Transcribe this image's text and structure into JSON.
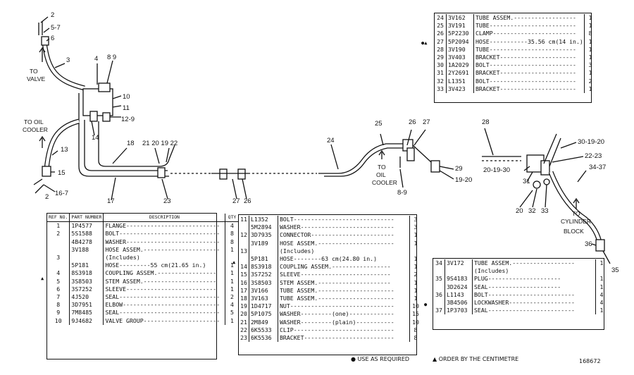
{
  "callouts": {
    "top_left": [
      "2",
      "5-7",
      "6",
      "3",
      "4",
      "8 9",
      "10",
      "11",
      "12-9",
      "14",
      "18",
      "21 20 19 22",
      "13",
      "15",
      "16-7",
      "2",
      "17",
      "23"
    ],
    "middle": [
      "27",
      "26",
      "24",
      "25",
      "26",
      "27",
      "8-9",
      "29",
      "19-20"
    ],
    "right": [
      "28",
      "30-19-20",
      "22-23",
      "20-19-30",
      "31",
      "34-37",
      "20",
      "32",
      "33",
      "36",
      "35"
    ]
  },
  "flow_labels": {
    "to_valve": [
      "TO",
      "VALVE"
    ],
    "to_oil_cooler_left": [
      "TO OIL",
      "COOLER"
    ],
    "to_oil_cooler_mid": [
      "TO",
      "OIL",
      "COOLER"
    ],
    "to_cylinder_block": [
      "TO",
      "CYLINDER",
      "BLOCK"
    ]
  },
  "table_left": {
    "headers": [
      "REF NO.",
      "PART NUMBER",
      "DESCRIPTION",
      "QTY"
    ],
    "rows": [
      {
        "ref": "1",
        "part": "1P4577",
        "desc": "FLANGE---------------------------",
        "qty": "4"
      },
      {
        "ref": "2",
        "part": "5S1588",
        "desc": "BOLT-----------------------------",
        "qty": "8"
      },
      {
        "ref": "",
        "part": "4B4278",
        "desc": "WASHER---------------------------",
        "qty": "8"
      },
      {
        "ref": "",
        "part": "3V188",
        "desc": "HOSE ASSEM.----------------------",
        "qty": "1"
      },
      {
        "ref": "3",
        "part": "",
        "desc": "(Includes)",
        "qty": ""
      },
      {
        "ref": "",
        "part": "5P181",
        "desc": "HOSE---------55 cm(21.65 in.)",
        "qty": "1"
      },
      {
        "ref": "4",
        "part": "8S3918",
        "desc": "COUPLING ASSEM.-----------------",
        "qty": "1"
      },
      {
        "ref": "5",
        "part": "3S8503",
        "desc": "STEM ASSEM.---------------------",
        "qty": "1"
      },
      {
        "ref": "6",
        "part": "3S7252",
        "desc": "SLEEVE--------------------------",
        "qty": "1"
      },
      {
        "ref": "7",
        "part": "4J520",
        "desc": "SEAL-----------------------------",
        "qty": "2"
      },
      {
        "ref": "8",
        "part": "3D7951",
        "desc": "ELBOW----------------------------",
        "qty": "4"
      },
      {
        "ref": "9",
        "part": "7M8485",
        "desc": "SEAL-----------------------------",
        "qty": "5"
      },
      {
        "ref": "10",
        "part": "9J4682",
        "desc": "VALVE GROUP----------------------",
        "qty": "1"
      }
    ]
  },
  "table_mid": {
    "rows": [
      {
        "ref": "11",
        "part": "L1352",
        "desc": "BOLT-----------------------------",
        "qty": "3"
      },
      {
        "ref": "",
        "part": "5M2894",
        "desc": "WASHER---------------------------",
        "qty": "3"
      },
      {
        "ref": "12",
        "part": "3D7935",
        "desc": "CONNECTOR------------------------",
        "qty": "1"
      },
      {
        "ref": "",
        "part": "3V189",
        "desc": "HOSE ASSEM.----------------------",
        "qty": "1"
      },
      {
        "ref": "13",
        "part": "",
        "desc": "(Includes)",
        "qty": ""
      },
      {
        "ref": "",
        "part": "5P181",
        "desc": "HOSE--------63 cm(24.80 in.)",
        "qty": "1"
      },
      {
        "ref": "14",
        "part": "8S3918",
        "desc": "COUPLING ASSEM.-----------------",
        "qty": "1"
      },
      {
        "ref": "15",
        "part": "3S7252",
        "desc": "SLEEVE--------------------------",
        "qty": "2"
      },
      {
        "ref": "16",
        "part": "3S8503",
        "desc": "STEM ASSEM.---------------------",
        "qty": "1"
      },
      {
        "ref": "17",
        "part": "3V166",
        "desc": "TUBE ASSEM.----------------------",
        "qty": "1"
      },
      {
        "ref": "18",
        "part": "3V163",
        "desc": "TUBE ASSEM.----------------------",
        "qty": "1"
      },
      {
        "ref": "19",
        "part": "1D4717",
        "desc": "NUT------------------------------",
        "qty": "10"
      },
      {
        "ref": "20",
        "part": "5P1075",
        "desc": "WASHER---------(one)-------------",
        "qty": "15"
      },
      {
        "ref": "21",
        "part": "2M849",
        "desc": "WASHER---------(plain)-----------",
        "qty": "10"
      },
      {
        "ref": "22",
        "part": "6K5533",
        "desc": "CLIP-----------------------------",
        "qty": "8"
      },
      {
        "ref": "23",
        "part": "6K5536",
        "desc": "BRACKET--------------------------",
        "qty": "8"
      }
    ]
  },
  "table_top_right": {
    "rows": [
      {
        "ref": "24",
        "part": "3V162",
        "desc": "TUBE ASSEM.------------------",
        "qty": "1"
      },
      {
        "ref": "25",
        "part": "3V191",
        "desc": "TUBE-------------------------",
        "qty": "1"
      },
      {
        "ref": "26",
        "part": "5P2230",
        "desc": "CLAMP------------------------",
        "qty": "8"
      },
      {
        "ref": "27",
        "part": "5P2094",
        "desc": "HOSE-----------35.56 cm(14 in.)",
        "qty": "1"
      },
      {
        "ref": "28",
        "part": "3V190",
        "desc": "TUBE-------------------------",
        "qty": "1"
      },
      {
        "ref": "29",
        "part": "3V403",
        "desc": "BRACKET----------------------",
        "qty": "1"
      },
      {
        "ref": "30",
        "part": "1A2029",
        "desc": "BOLT-------------------------",
        "qty": "3"
      },
      {
        "ref": "31",
        "part": "2Y2691",
        "desc": "BRACKET----------------------",
        "qty": "1"
      },
      {
        "ref": "32",
        "part": "L1351",
        "desc": "BOLT-------------------------",
        "qty": "2"
      },
      {
        "ref": "33",
        "part": "3V423",
        "desc": "BRACKET----------------------",
        "qty": "1"
      }
    ]
  },
  "table_bottom_right": {
    "rows": [
      {
        "ref": "34",
        "part": "3V172",
        "desc": "TUBE ASSEM.------------------",
        "qty": "1"
      },
      {
        "ref": "",
        "part": "",
        "desc": "(Includes)",
        "qty": ""
      },
      {
        "ref": "35",
        "part": "9S4183",
        "desc": "PLUG---------------------",
        "qty": "1"
      },
      {
        "ref": "",
        "part": "3D2624",
        "desc": "SEAL---------------------",
        "qty": "1"
      },
      {
        "ref": "36",
        "part": "L1143",
        "desc": "BOLT-------------------------",
        "qty": "4"
      },
      {
        "ref": "",
        "part": "3B4506",
        "desc": "LOCKWASHER-------------------",
        "qty": "4"
      },
      {
        "ref": "37",
        "part": "1P3703",
        "desc": "SEAL-------------------------",
        "qty": "1"
      }
    ]
  },
  "footnotes": {
    "use_as_required": "USE AS REQUIRED",
    "order_by_cm": "ORDER BY THE CENTIMETRE",
    "figure_no": "168672"
  }
}
